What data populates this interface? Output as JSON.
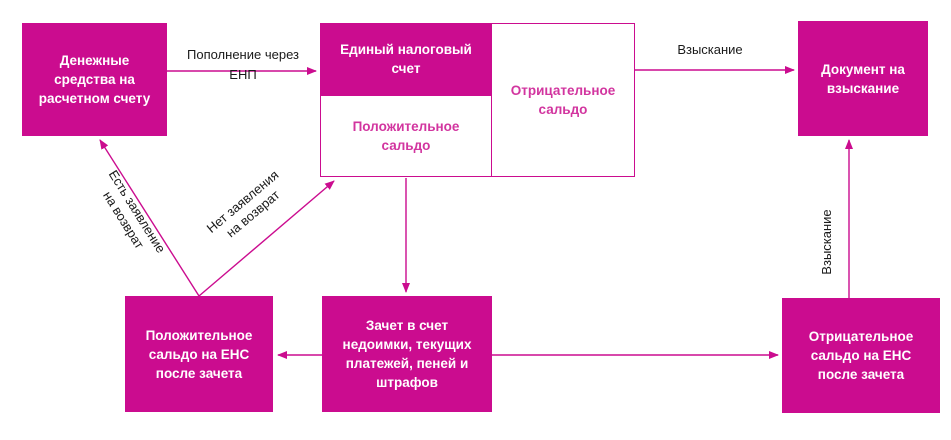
{
  "colors": {
    "accent": "#CB0C8F",
    "box_text": "#FFFFFF",
    "outline_text": "#D2359F",
    "label_text": "#1A1A1A",
    "background": "#FFFFFF"
  },
  "nodes": {
    "cash_funds": {
      "label": "Денежные\nсредства на\nрасчетном счету"
    },
    "unified_tax_account": {
      "label": "Единый налоговый\nсчет"
    },
    "positive_balance": {
      "label": "Положительное\nсальдо"
    },
    "negative_balance": {
      "label": "Отрицательное\nсальдо"
    },
    "collection_document": {
      "label": "Документ на\nвзыскание"
    },
    "positive_balance_after_offset": {
      "label": "Положительное\nсальдо на ЕНС\nпосле зачета"
    },
    "offset_of_debts": {
      "label": "Зачет в счет\nнедоимки, текущих\nплатежей, пеней и\nштрафов"
    },
    "negative_balance_after_offset": {
      "label": "Отрицательное\nсальдо на ЕНС\nпосле зачета"
    }
  },
  "edges": {
    "top_up_via_enp": {
      "label": "Пополнение через\nЕНП"
    },
    "collection_from_negative_balance": {
      "label": "Взыскание"
    },
    "collection_from_negative_after_offset": {
      "label": "Взыскание"
    },
    "refund_request_exists": {
      "label": "Есть заявление\nна возврат"
    },
    "no_refund_request": {
      "label": "Нет заявления\nна возврат"
    }
  }
}
